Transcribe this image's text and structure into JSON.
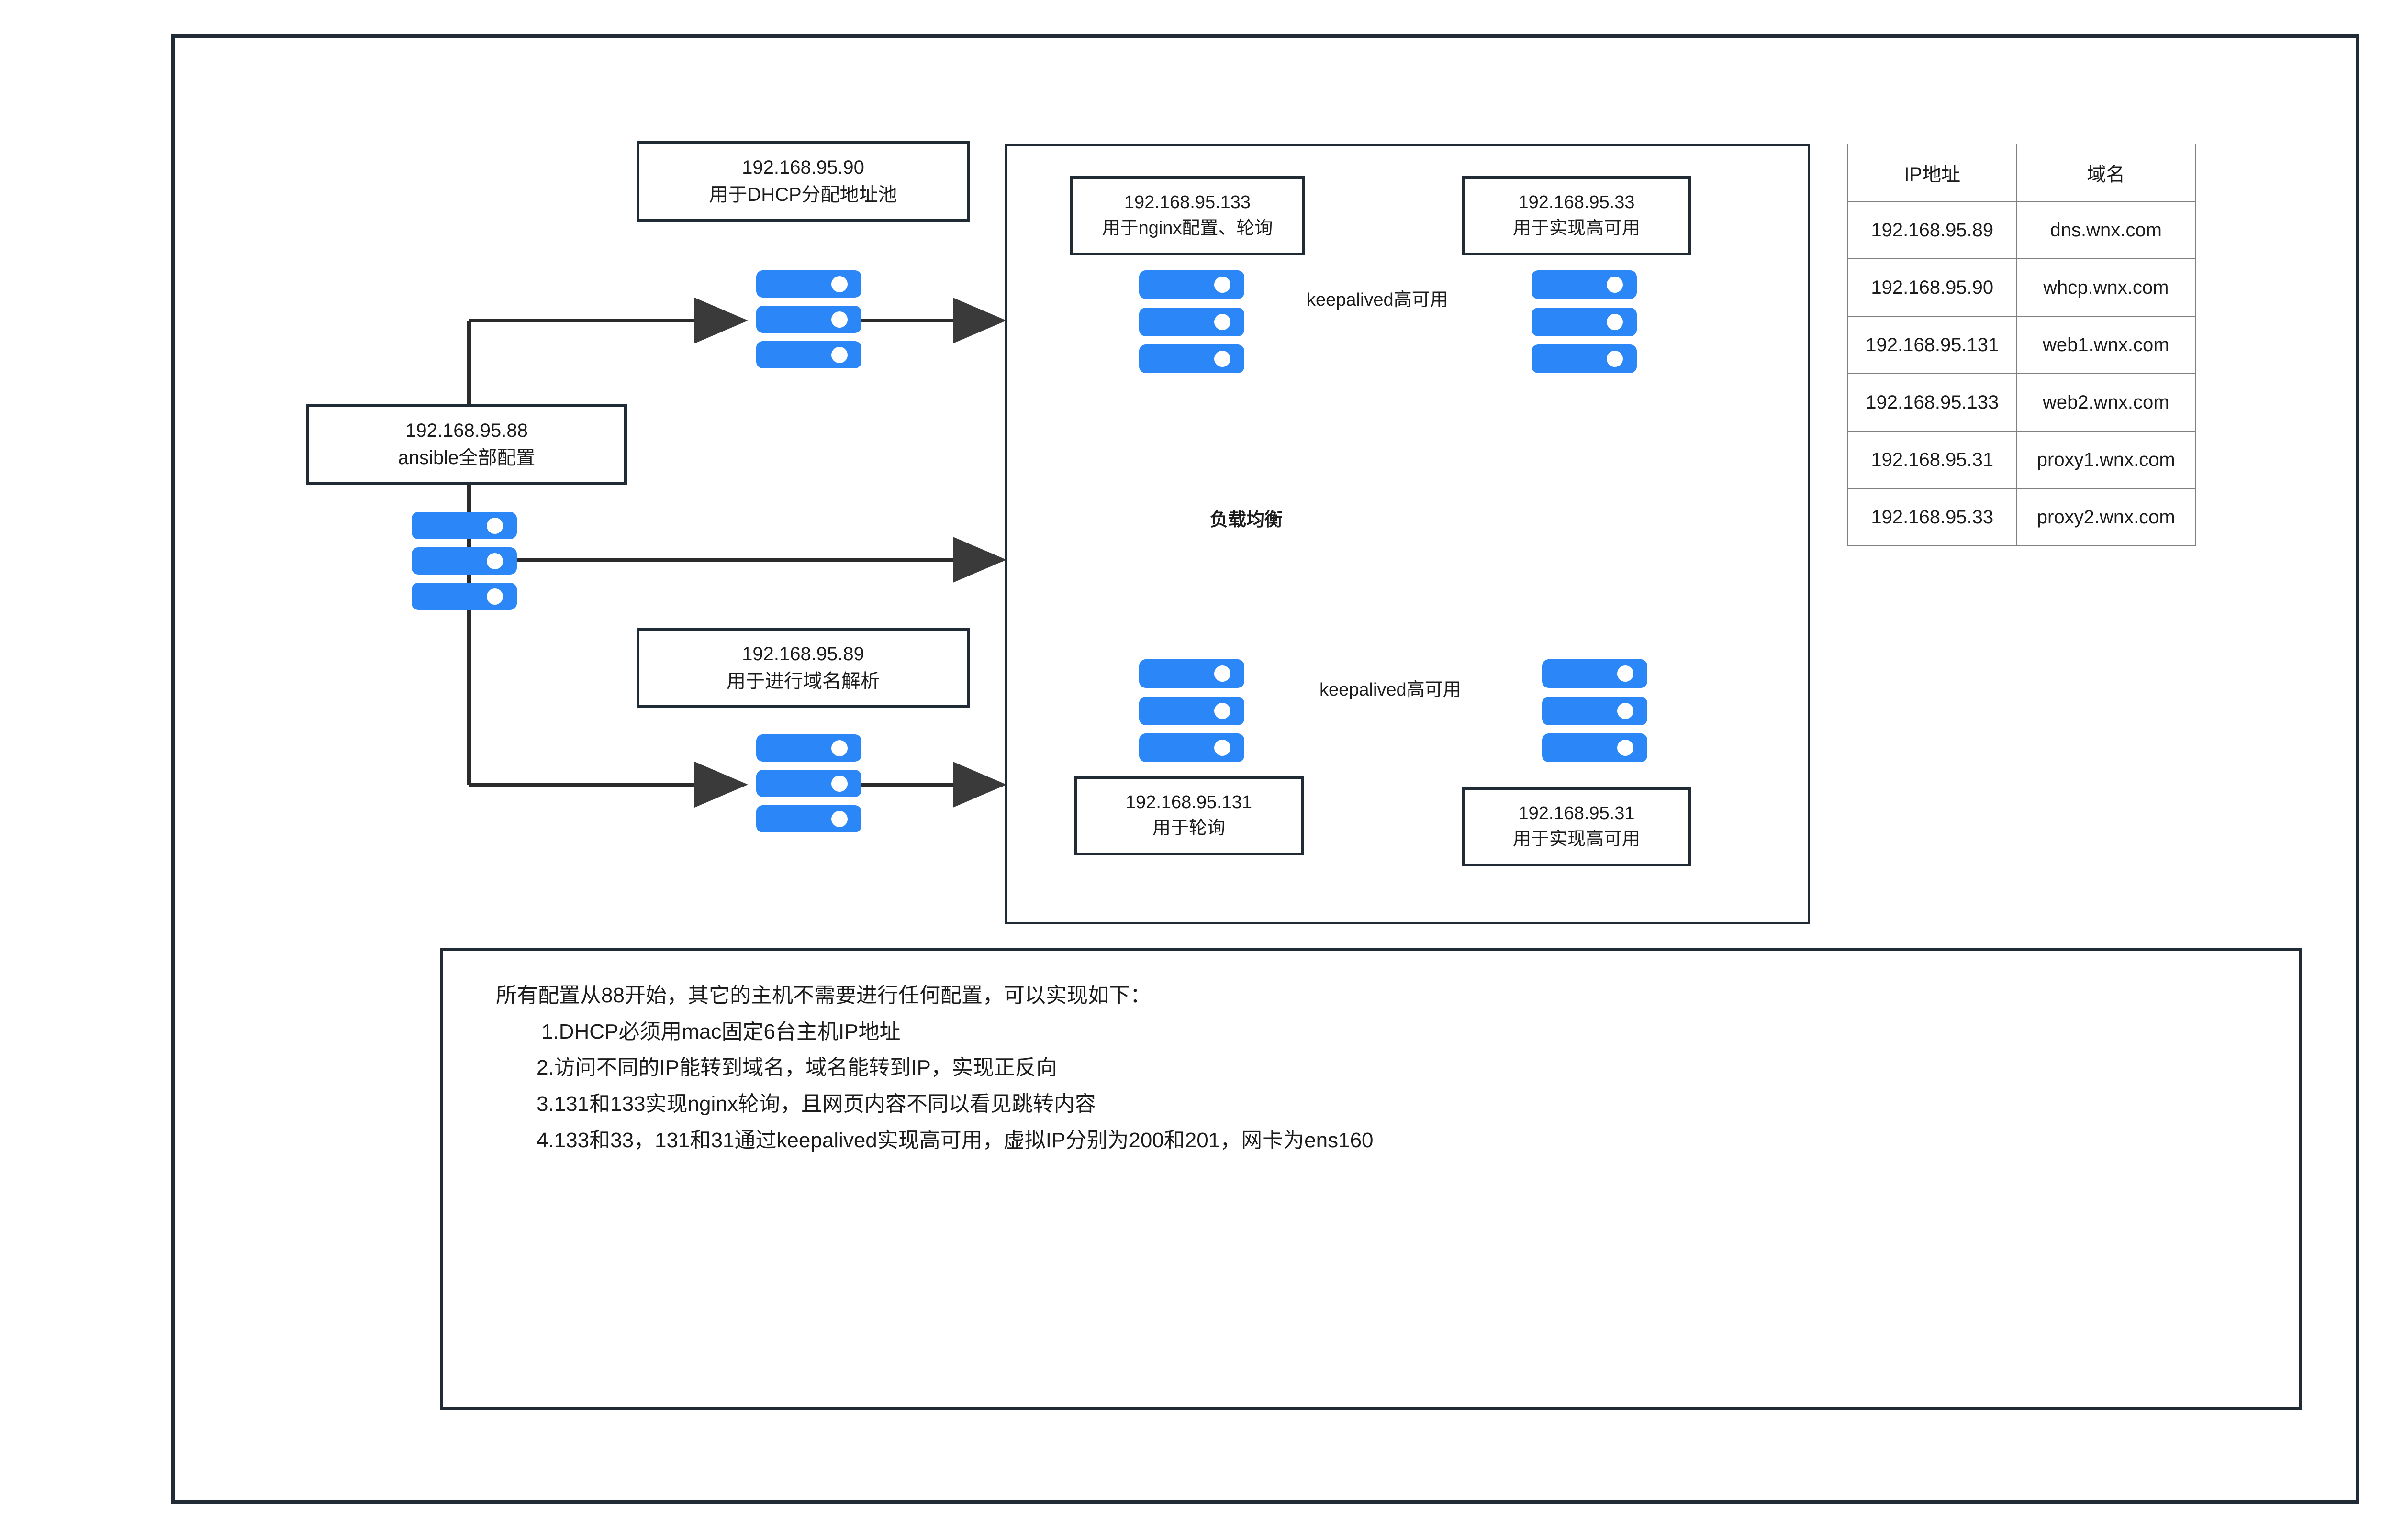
{
  "diagram": {
    "boxes": {
      "dhcp": {
        "ip": "192.168.95.90",
        "desc": "用于DHCP分配地址池"
      },
      "ansible": {
        "ip": "192.168.95.88",
        "desc": "ansible全部配置"
      },
      "dns": {
        "ip": "192.168.95.89",
        "desc": "用于进行域名解析"
      },
      "web2": {
        "ip": "192.168.95.133",
        "desc": "用于nginx配置、轮询"
      },
      "proxy2": {
        "ip": "192.168.95.33",
        "desc": "用于实现高可用"
      },
      "web1": {
        "ip": "192.168.95.131",
        "desc": "用于轮询"
      },
      "proxy1": {
        "ip": "192.168.95.31",
        "desc": "用于实现高可用"
      }
    },
    "edge_labels": {
      "keepalived_top": "keepalived高可用",
      "keepalived_bottom": "keepalived高可用",
      "load_balance": "负载均衡"
    },
    "colors": {
      "server_blue": "#2b87f7",
      "frame_dark": "#212b36",
      "table_border": "#808080",
      "text": "#1c1c1c"
    }
  },
  "table": {
    "headers": [
      "IP地址",
      "域名"
    ],
    "rows": [
      {
        "ip": "192.168.95.89",
        "domain": "dns.wnx.com"
      },
      {
        "ip": "192.168.95.90",
        "domain": "whcp.wnx.com"
      },
      {
        "ip": "192.168.95.131",
        "domain": "web1.wnx.com"
      },
      {
        "ip": "192.168.95.133",
        "domain": "web2.wnx.com"
      },
      {
        "ip": "192.168.95.31",
        "domain": "proxy1.wnx.com"
      },
      {
        "ip": "192.168.95.33",
        "domain": "proxy2.wnx.com"
      }
    ]
  },
  "notes": {
    "heading": "所有配置从88开始，其它的主机不需要进行任何配置，可以实现如下：",
    "items": [
      "1.DHCP必须用mac固定6台主机IP地址",
      "2.访问不同的IP能转到域名，域名能转到IP，实现正反向",
      "3.131和133实现nginx轮询，且网页内容不同以看见跳转内容",
      "4.133和33，131和31通过keepalived实现高可用，虚拟IP分别为200和201，网卡为ens160"
    ]
  }
}
